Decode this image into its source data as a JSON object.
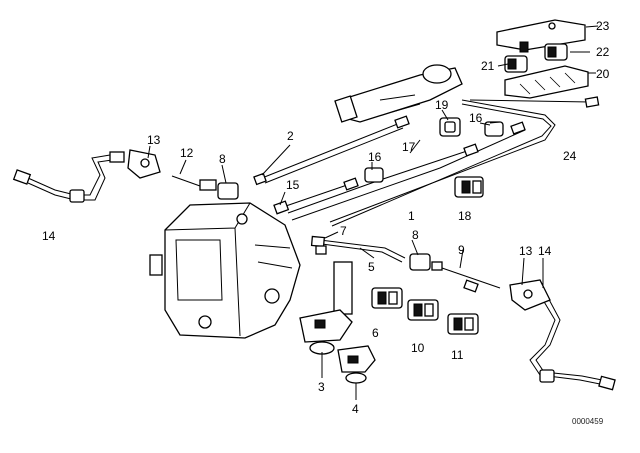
{
  "callouts": {
    "c1": "1",
    "c2": "2",
    "c3": "3",
    "c4": "4",
    "c5": "5",
    "c6": "6",
    "c7": "7",
    "c8a": "8",
    "c8b": "8",
    "c9": "9",
    "c10": "10",
    "c11": "11",
    "c12": "12",
    "c13a": "13",
    "c13b": "13",
    "c14a": "14",
    "c14b": "14",
    "c15": "15",
    "c16a": "16",
    "c16b": "16",
    "c17": "17",
    "c18": "18",
    "c19": "19",
    "c20": "20",
    "c21": "21",
    "c22": "22",
    "c23": "23",
    "c24": "24"
  },
  "drawing_code": "0000459"
}
